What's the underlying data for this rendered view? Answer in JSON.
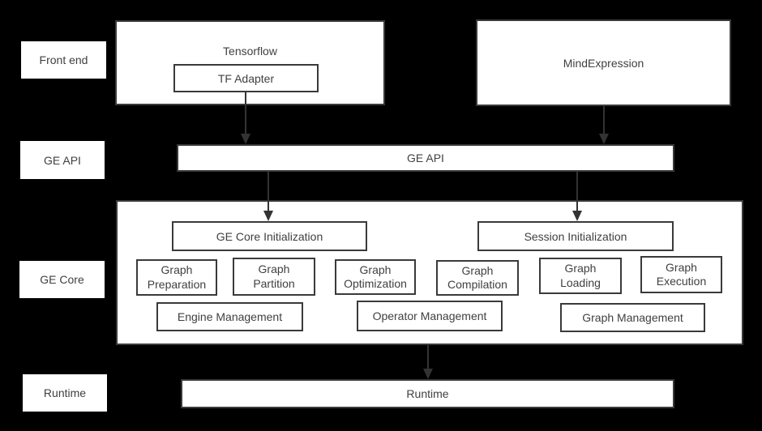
{
  "colors": {
    "background": "#000000",
    "box_fill": "#ffffff",
    "border": "#3a3a3a",
    "text": "#404040",
    "arrow": "#333333"
  },
  "row_labels": {
    "front_end": "Front end",
    "ge_api": "GE API",
    "ge_core": "GE Core",
    "runtime": "Runtime"
  },
  "front_end": {
    "tensorflow_label": "Tensorflow",
    "tf_adapter_label": "TF Adapter",
    "mind_expression_label": "MindExpression"
  },
  "ge_api": {
    "bar_label": "GE API"
  },
  "ge_core": {
    "init_boxes": [
      {
        "label": "GE Core Initialization"
      },
      {
        "label": "Session Initialization"
      }
    ],
    "stage_boxes": [
      {
        "label": "Graph Preparation"
      },
      {
        "label": "Graph Partition"
      },
      {
        "label": "Graph Optimization"
      },
      {
        "label": "Graph Compilation"
      },
      {
        "label": "Graph Loading"
      },
      {
        "label": "Graph Execution"
      }
    ],
    "management_boxes": [
      {
        "label": "Engine Management"
      },
      {
        "label": "Operator Management"
      },
      {
        "label": "Graph Management"
      }
    ]
  },
  "runtime": {
    "bar_label": "Runtime"
  }
}
